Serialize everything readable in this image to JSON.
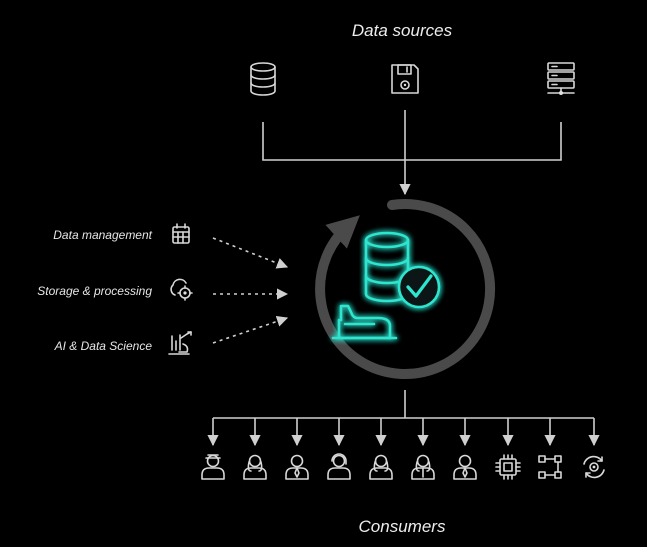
{
  "header": {
    "title": "Data sources"
  },
  "footer": {
    "title": "Consumers"
  },
  "sources": [
    {
      "icon": "database-icon"
    },
    {
      "icon": "floppy-disk-icon"
    },
    {
      "icon": "server-rack-icon"
    }
  ],
  "capabilities": [
    {
      "label": "Data management",
      "icon": "calendar-grid-icon"
    },
    {
      "label": "Storage & processing",
      "icon": "cloud-gear-icon"
    },
    {
      "label": "AI & Data Science",
      "icon": "chart-robot-icon"
    }
  ],
  "hub": {
    "icon": "verified-database-icon",
    "accent": "#2ee6d0"
  },
  "consumers": [
    {
      "icon": "user-cap-icon"
    },
    {
      "icon": "user-woman-icon"
    },
    {
      "icon": "user-suit-icon"
    },
    {
      "icon": "user-headset-icon"
    },
    {
      "icon": "user-woman-icon"
    },
    {
      "icon": "user-woman-tie-icon"
    },
    {
      "icon": "user-suit-icon"
    },
    {
      "icon": "cpu-chip-icon"
    },
    {
      "icon": "workflow-nodes-icon"
    },
    {
      "icon": "gear-cycle-icon"
    }
  ],
  "colors": {
    "background": "#000000",
    "line": "#cfcfcf",
    "ring": "#4a4a4a",
    "accent": "#2ee6d0"
  }
}
